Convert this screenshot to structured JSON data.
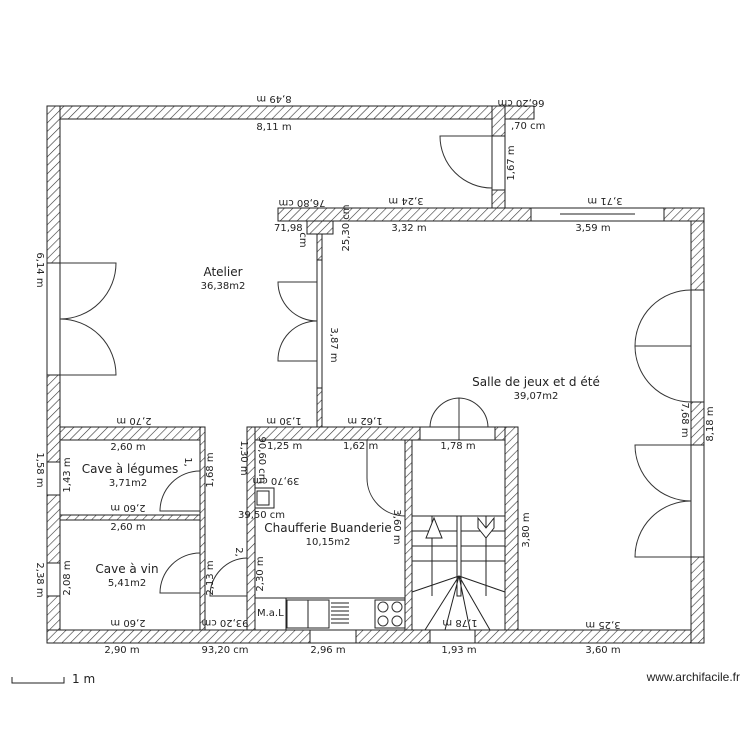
{
  "rooms": {
    "atelier": {
      "name": "Atelier",
      "area": "36,38m2"
    },
    "salle": {
      "name": "Salle de jeux et d été",
      "area": "39,07m2"
    },
    "cave_legumes": {
      "name": "Cave à légumes",
      "area": "3,71m2"
    },
    "cave_vin": {
      "name": "Cave à vin",
      "area": "5,41m2"
    },
    "chaufferie": {
      "name": "Chaufferie Buanderie",
      "area": "10,15m2"
    },
    "mal": "M.a.L"
  },
  "dimensions": {
    "top_outer": "8,49 m",
    "top_inner": "8,11 m",
    "top_right_outer": "66,20 cm",
    "top_right_inner": ",70 cm",
    "closet_height": "1,67 m",
    "mid_outer": "3,24 m",
    "mid_inner": "3,32 m",
    "window_outer": "3,71 m",
    "window_inner": "3,59 m",
    "bump_top": "76,80 cm",
    "bump_left": "71,98",
    "bump_side": "25,30 cm",
    "bump_cm": "cm",
    "left_outer": "6,14 m",
    "partition": "3,87 m",
    "caves_top_outer": "2,70 m",
    "legumes_top": "2,60 m",
    "legumes_bottom": "2,60 m",
    "vin_top": "2,60 m",
    "vin_bottom": "2,60 m",
    "legumes_left_outer": "1,58 m",
    "legumes_left": "1,43 m",
    "legumes_right": "1,68 m",
    "legumes_right2": "1,",
    "vin_left_outer": "2,38 m",
    "vin_left": "2,08 m",
    "vin_right": "2,13 m",
    "corridor_bottom_inner": "93,20 cm",
    "chauf_top_outer_a": "1,30 m",
    "chauf_top_outer_b": "1,62 m",
    "chauf_top_a": "1,25 m",
    "chauf_top_b": "1,62 m",
    "chauf_left_outer": "1,30 m",
    "chauf_flue_a": "90,60 cm",
    "chauf_flue_b": "39,70 cm",
    "chauf_flue_c": "39,50 cm",
    "chauf_left": "2,30 m",
    "chauf_left2": "2,",
    "chauf_right": "3,60 m",
    "stair_top": "1,78 m",
    "stair_bottom_inner": "1,78 m",
    "stair_right": "3,80 m",
    "salle_right_inner": "7,68 m",
    "salle_right_outer": "8,18 m",
    "salle_bottom_inner": "3,25 m",
    "bottom_a": "2,90 m",
    "bottom_b": "93,20 cm",
    "bottom_c": "2,96 m",
    "bottom_d": "1,93 m",
    "bottom_e": "3,60 m"
  },
  "scale": {
    "label": "1 m"
  },
  "watermark": "www.archifacile.fr"
}
